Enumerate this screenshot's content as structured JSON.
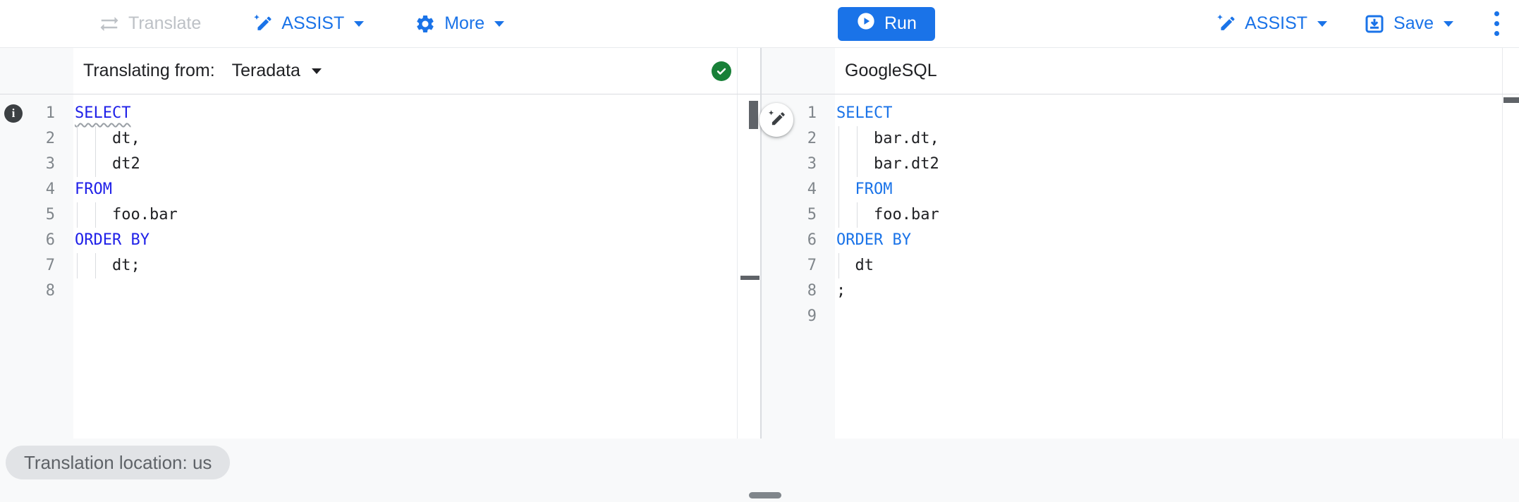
{
  "toolbar": {
    "translate_label": "Translate",
    "assist_label": "ASSIST",
    "more_label": "More",
    "run_label": "Run",
    "assist_right_label": "ASSIST",
    "save_label": "Save"
  },
  "left_editor": {
    "header_label": "Translating from:",
    "dialect_selected": "Teradata",
    "lines": [
      {
        "num": "1",
        "info": true,
        "tokens": [
          {
            "t": "SELECT",
            "k": "kw",
            "u": true
          }
        ]
      },
      {
        "num": "2",
        "guides": [
          0,
          2
        ],
        "tokens": [
          {
            "t": "    dt,",
            "k": "p"
          }
        ]
      },
      {
        "num": "3",
        "guides": [
          0,
          2
        ],
        "tokens": [
          {
            "t": "    dt2",
            "k": "p"
          }
        ]
      },
      {
        "num": "4",
        "tokens": [
          {
            "t": "FROM",
            "k": "kw"
          }
        ]
      },
      {
        "num": "5",
        "guides": [
          0,
          2
        ],
        "tokens": [
          {
            "t": "    foo.bar",
            "k": "p"
          }
        ]
      },
      {
        "num": "6",
        "tokens": [
          {
            "t": "ORDER BY",
            "k": "kw"
          }
        ]
      },
      {
        "num": "7",
        "guides": [
          0,
          2
        ],
        "tokens": [
          {
            "t": "    dt;",
            "k": "p"
          }
        ]
      },
      {
        "num": "8",
        "tokens": []
      }
    ]
  },
  "right_editor": {
    "header_label": "GoogleSQL",
    "lines": [
      {
        "num": "1",
        "tokens": [
          {
            "t": "SELECT",
            "k": "kw"
          }
        ]
      },
      {
        "num": "2",
        "guides": [
          0,
          2
        ],
        "tokens": [
          {
            "t": "    bar.dt,",
            "k": "p"
          }
        ]
      },
      {
        "num": "3",
        "guides": [
          0,
          2
        ],
        "tokens": [
          {
            "t": "    bar.dt2",
            "k": "p"
          }
        ]
      },
      {
        "num": "4",
        "guides": [
          0
        ],
        "tokens": [
          {
            "t": "  ",
            "k": "p"
          },
          {
            "t": "FROM",
            "k": "kw"
          }
        ]
      },
      {
        "num": "5",
        "guides": [
          0,
          2
        ],
        "tokens": [
          {
            "t": "    foo.bar",
            "k": "p"
          }
        ]
      },
      {
        "num": "6",
        "tokens": [
          {
            "t": "ORDER BY",
            "k": "kw"
          }
        ]
      },
      {
        "num": "7",
        "guides": [
          0
        ],
        "tokens": [
          {
            "t": "  dt",
            "k": "p"
          }
        ]
      },
      {
        "num": "8",
        "tokens": [
          {
            "t": ";",
            "k": "p"
          }
        ]
      },
      {
        "num": "9",
        "tokens": []
      }
    ]
  },
  "footer": {
    "location_badge": "Translation location: us"
  },
  "colors": {
    "accent": "#1a73e8",
    "disabled": "#bdc1c6",
    "success_green": "#188038",
    "keyword_left": "#2021e8",
    "keyword_right": "#1a73e8",
    "scroll_thumb": "#5f6368"
  },
  "icons": {
    "translate": "swap-horizontal-arrows",
    "assist": "pen-with-sparkle",
    "more": "gear",
    "run": "play-in-circle",
    "save": "box-with-down-arrow",
    "overflow": "vertical-three-dots",
    "annotation": "info-i-circle",
    "status": "check-in-green-circle"
  }
}
